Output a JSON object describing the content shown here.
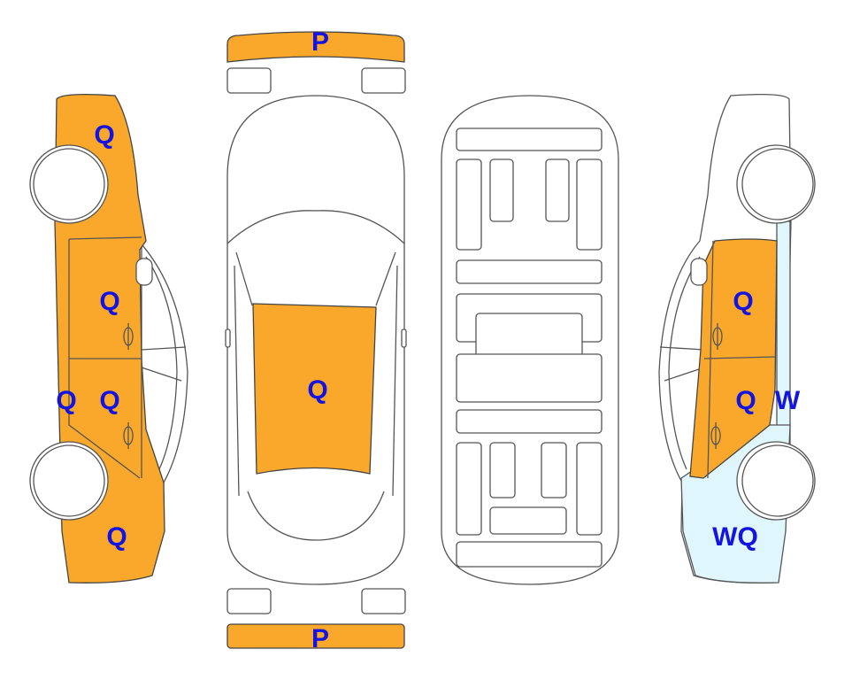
{
  "colors": {
    "damage_fill": "#f9a82b",
    "secondary_fill": "#e0f6fd",
    "label": "#1414e0"
  },
  "labels": {
    "front_bumper": "P",
    "rear_bumper": "P",
    "left_front": "Q",
    "left_front_door": "Q",
    "left_rear_door": "Q",
    "left_sill": "Q",
    "left_rear": "Q",
    "roof": "Q",
    "right_front_door": "Q",
    "right_rear_door": "Q",
    "right_pillar": "W",
    "right_rear": "WQ"
  }
}
